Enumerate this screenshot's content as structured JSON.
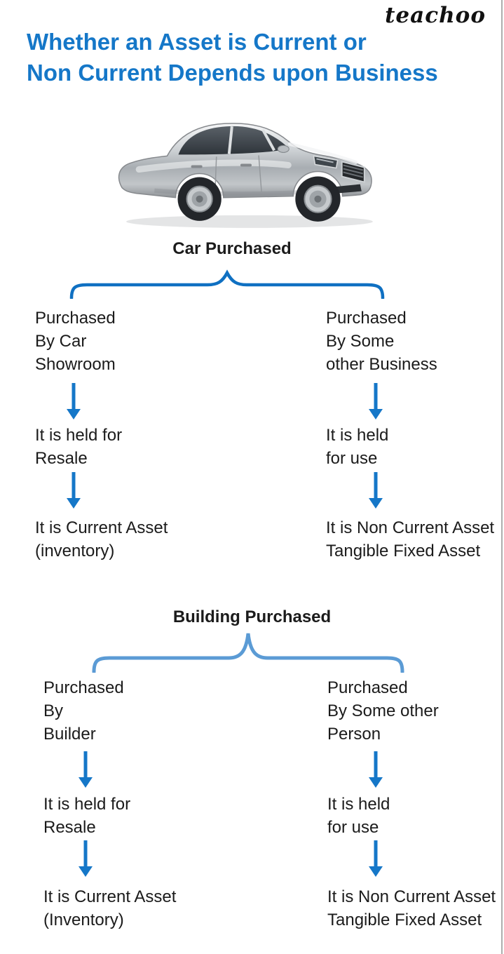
{
  "brand": {
    "logo": "teachoo"
  },
  "title": {
    "text": "Whether an Asset is Current or\nNon Current Depends upon Business"
  },
  "colors": {
    "title_blue": "#1577c8",
    "arrow_blue": "#1577c8",
    "brace1_blue": "#0f70c2",
    "brace2_blue": "#5b9bd5",
    "text_black": "#1b1b1b",
    "border_gray": "#adadad"
  },
  "icons": {
    "down_arrow": "↓",
    "brace_up": "⏞",
    "car": "silver-sedan-illustration"
  },
  "sections": [
    {
      "heading": "Car Purchased",
      "left": {
        "condition": "Purchased\nBy Car\nShowroom",
        "reason": "It is held for\nResale",
        "result": "It is Current Asset\n(inventory)"
      },
      "right": {
        "condition": "Purchased\nBy Some\nother Business",
        "reason": "It is held\nfor use",
        "result": "It is Non Current Asset\nTangible Fixed Asset"
      }
    },
    {
      "heading": "Building Purchased",
      "left": {
        "condition": "Purchased\nBy\nBuilder",
        "reason": "It is held for\nResale",
        "result": "It is Current Asset\n(Inventory)"
      },
      "right": {
        "condition": "Purchased\nBy Some other\nPerson",
        "reason": "It is held\nfor use",
        "result": "It is Non Current Asset\nTangible Fixed Asset"
      }
    }
  ]
}
